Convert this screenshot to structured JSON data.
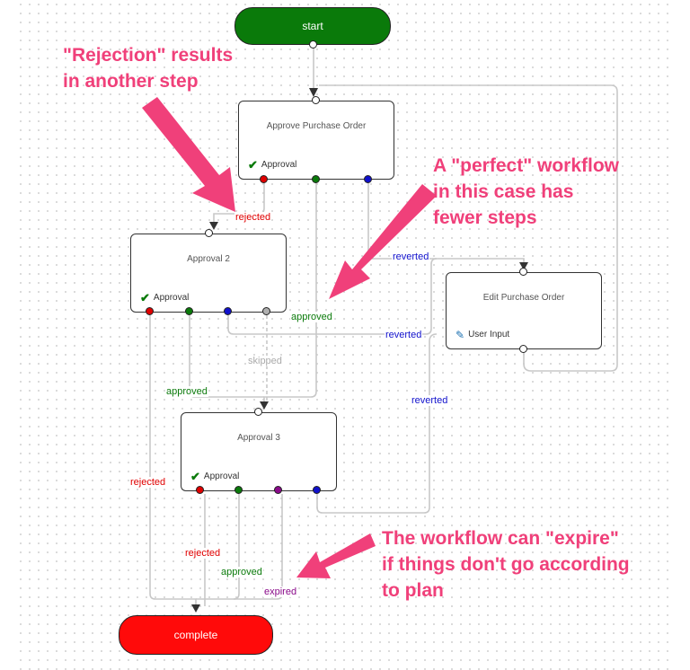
{
  "terminals": {
    "start": "start",
    "complete": "complete"
  },
  "nodes": {
    "approve_po": {
      "title": "Approve Purchase Order",
      "type": "Approval"
    },
    "approval2": {
      "title": "Approval 2",
      "type": "Approval"
    },
    "approval3": {
      "title": "Approval 3",
      "type": "Approval"
    },
    "edit_po": {
      "title": "Edit Purchase Order",
      "type": "User Input"
    }
  },
  "edges": {
    "rejected": "rejected",
    "approved": "approved",
    "reverted": "reverted",
    "skipped": "skipped",
    "expired": "expired"
  },
  "annotations": {
    "rejection_line1": "\"Rejection\" results",
    "rejection_line2": "in another step",
    "perfect_line1": "A \"perfect\" workflow",
    "perfect_line2": "in this case has",
    "perfect_line3": "fewer steps",
    "expire_line1": "The workflow can \"expire\"",
    "expire_line2": "if things don't go according",
    "expire_line3": "to plan"
  },
  "colors": {
    "annotation": "#f0407a",
    "start": "#0a7a0a",
    "complete": "#ff0a0a",
    "rejected": "#e00000",
    "approved": "#0a7a0a",
    "reverted": "#1010cc",
    "expired": "#8a0a8a"
  }
}
